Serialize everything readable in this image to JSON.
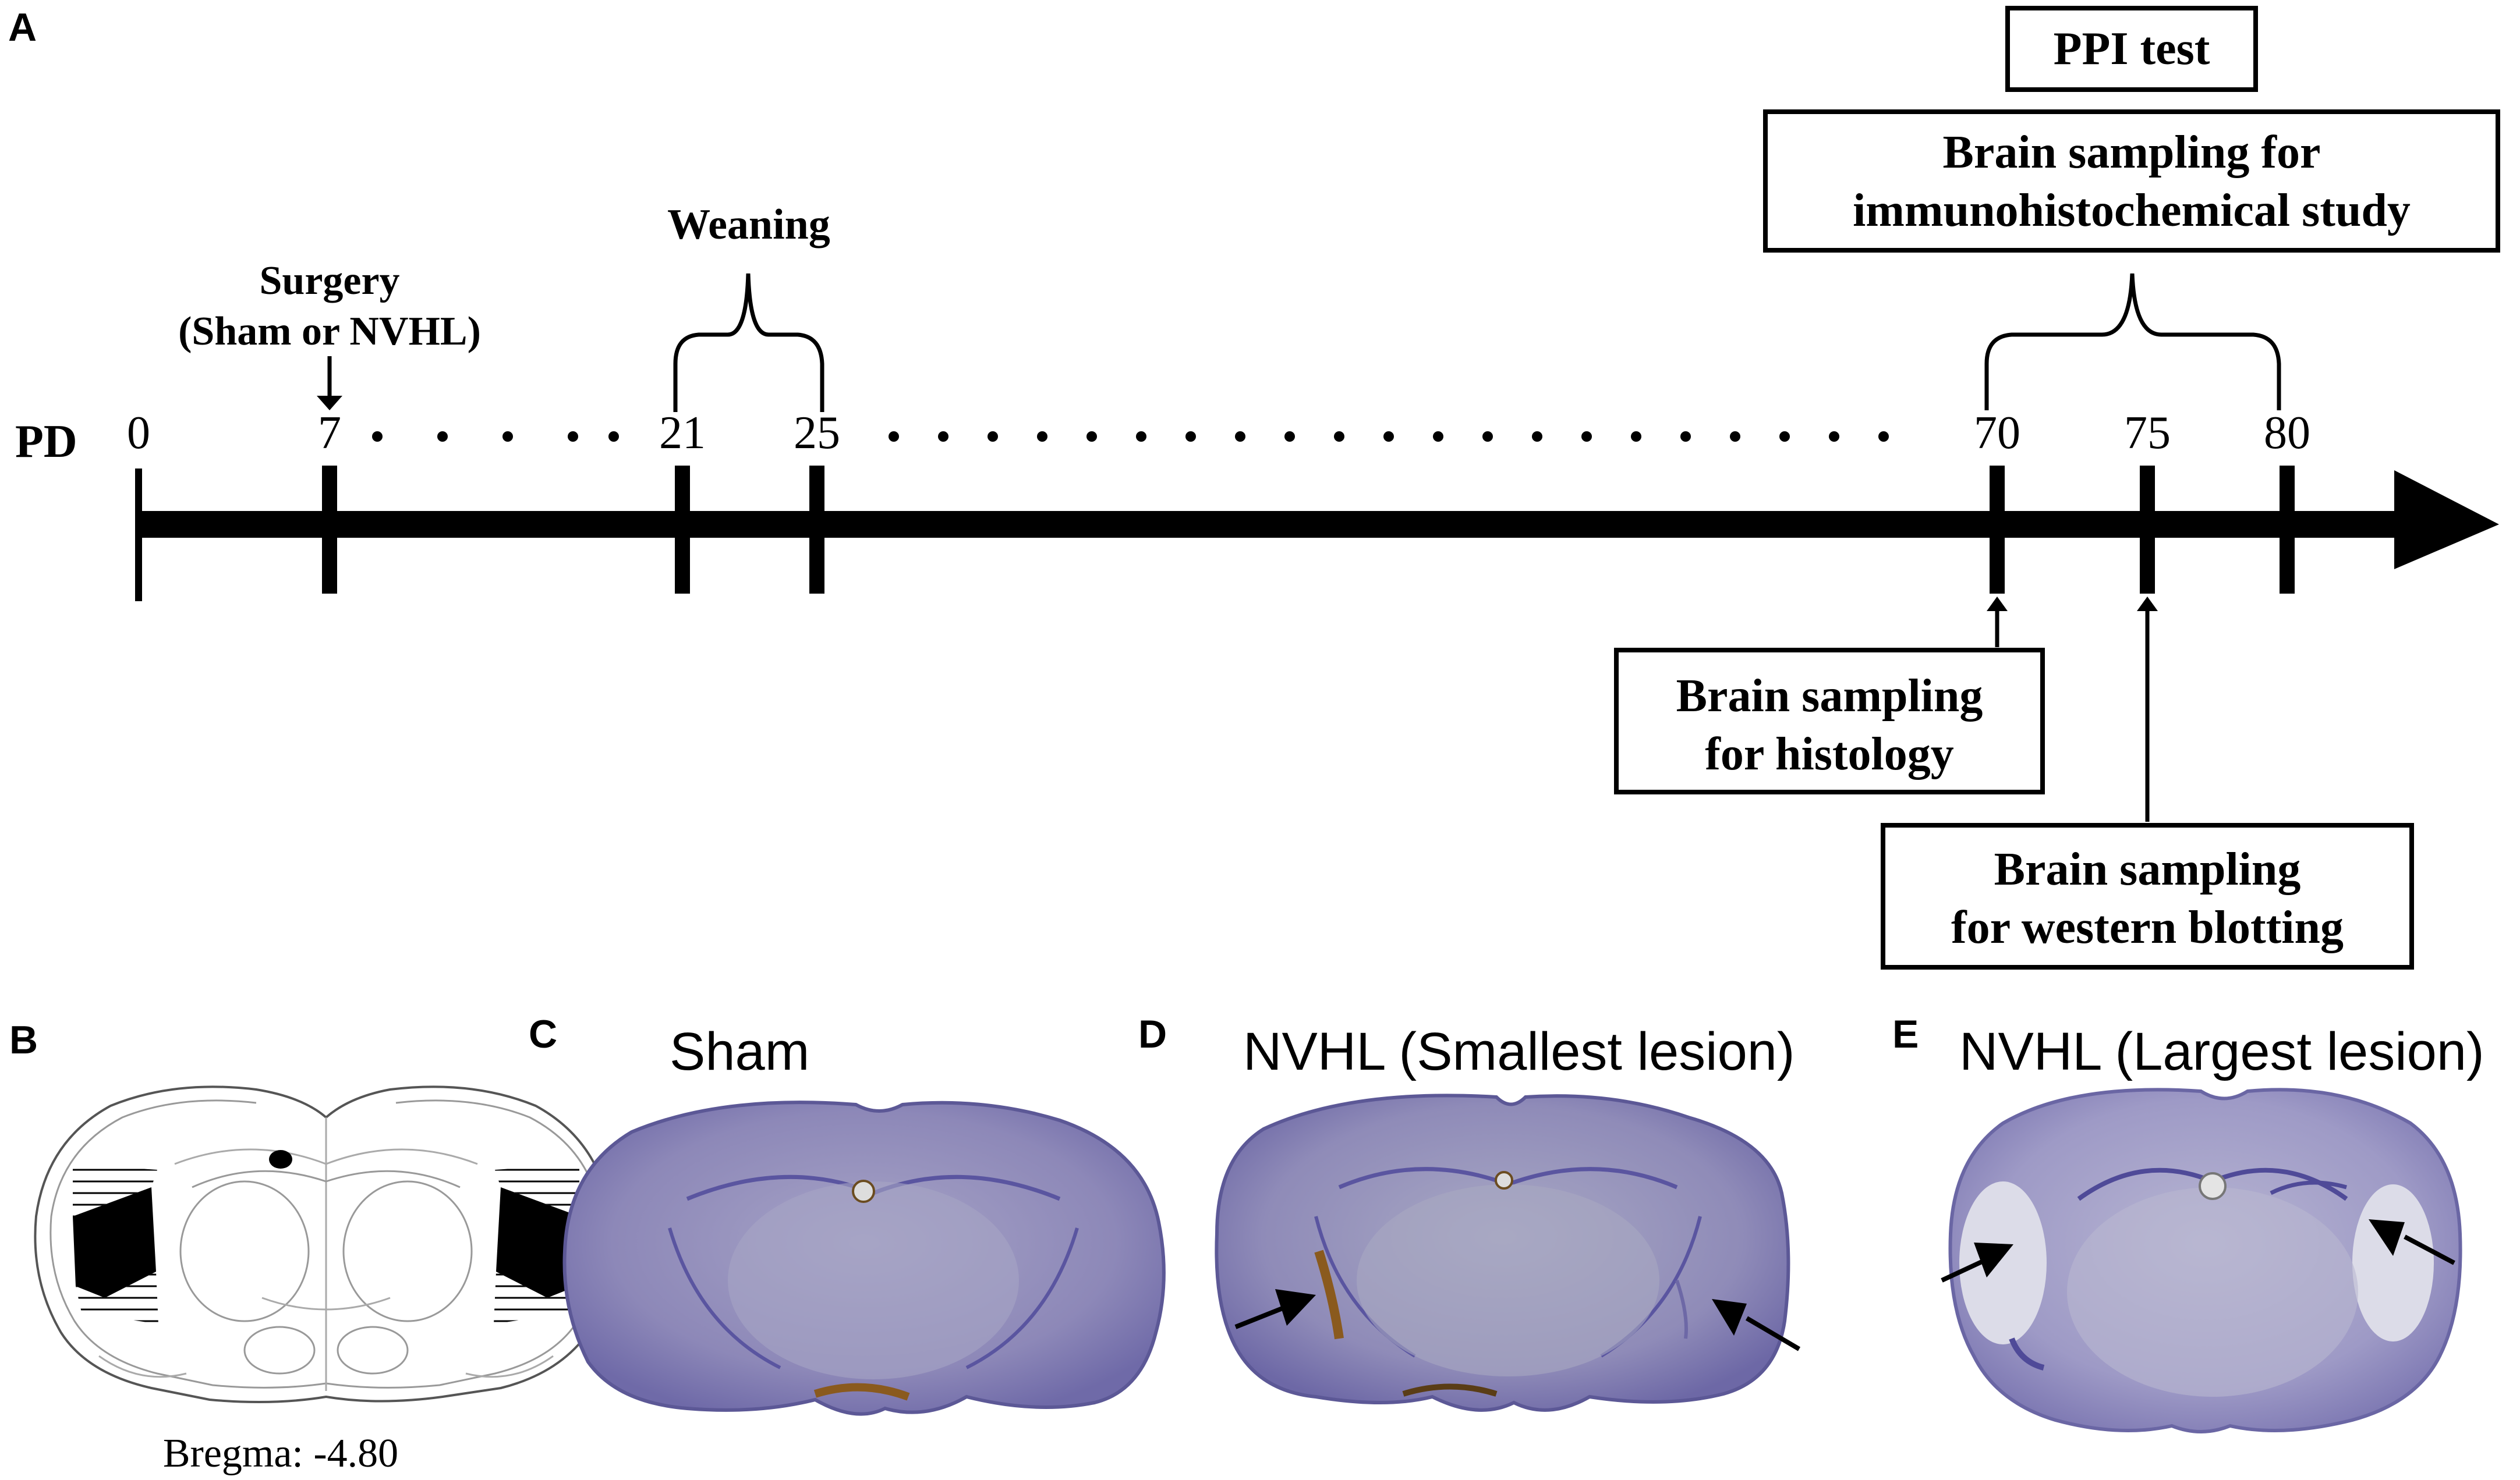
{
  "panel_labels": {
    "a": "A",
    "b": "B",
    "c": "C",
    "d": "D",
    "e": "E"
  },
  "timeline": {
    "axis_label": "PD",
    "ticks": [
      {
        "value": 0,
        "label": "0"
      },
      {
        "value": 7,
        "label": "7"
      },
      {
        "value": 21,
        "label": "21"
      },
      {
        "value": 25,
        "label": "25"
      },
      {
        "value": 70,
        "label": "70"
      },
      {
        "value": 75,
        "label": "75"
      },
      {
        "value": 80,
        "label": "80"
      }
    ],
    "surgery_line1": "Surgery",
    "surgery_line2": "(Sham or NVHL)",
    "weaning": "Weaning",
    "ppi_test": "PPI test",
    "immuno_line1": "Brain sampling for",
    "immuno_line2": "immunohistochemical study",
    "histology_line1": "Brain sampling",
    "histology_line2": "for histology",
    "western_line1": "Brain sampling",
    "western_line2": "for western blotting"
  },
  "panels": {
    "b_caption": "Bregma: -4.80",
    "c_title": "Sham",
    "d_title": "NVHL (Smallest lesion)",
    "e_title": "NVHL (Largest lesion)"
  },
  "colors": {
    "stain_purple": "#6f6aa8",
    "stain_light": "#a9a6cc",
    "lesion_brown": "#8a5a1e"
  }
}
